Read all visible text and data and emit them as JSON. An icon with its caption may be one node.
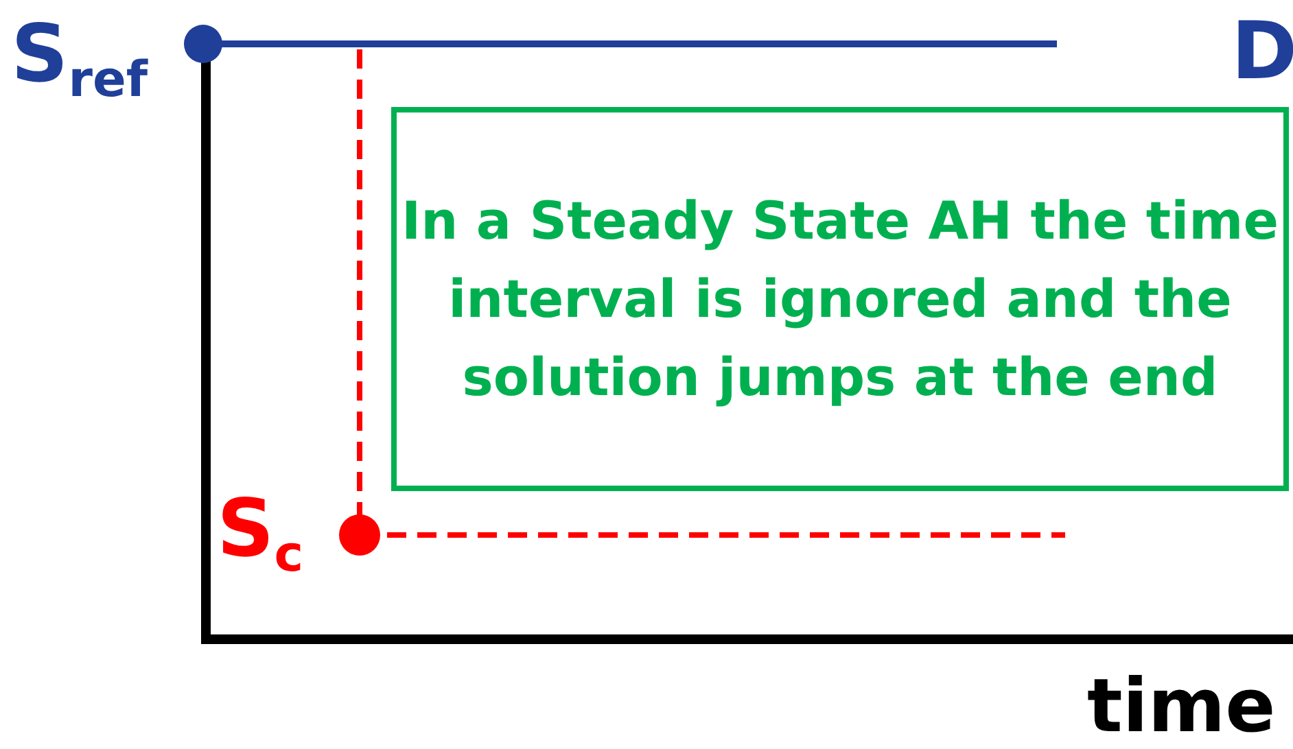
{
  "diagram": {
    "nodes": [
      {
        "text": [
          "In a Steady State AH the time interval is ignored and the solution jumps at the end"
        ]
      }
    ],
    "labels": [
      "S$_{ref}$",
      "D",
      "S$_{c}$",
      "time"
    ]
  }
}
